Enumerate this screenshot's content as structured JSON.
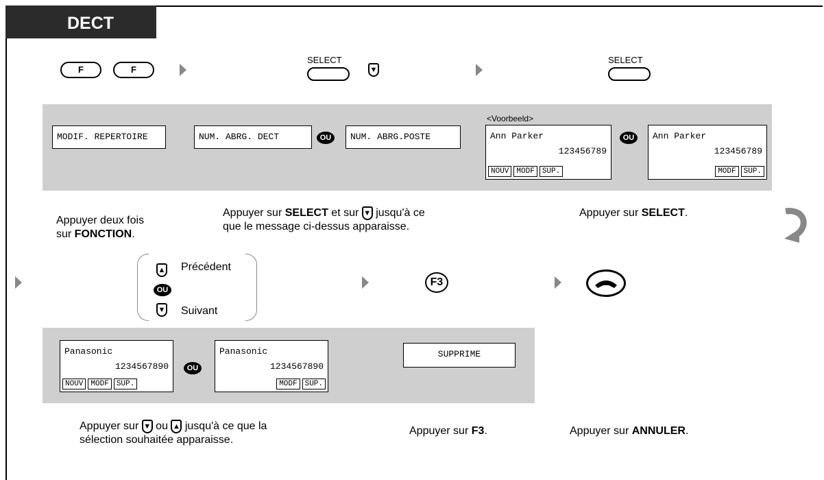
{
  "header": {
    "title": "DECT"
  },
  "keys": {
    "f_label": "F",
    "select_label": "SELECT",
    "down_glyph": "▼",
    "up_glyph": "▲",
    "f3_label": "F3",
    "ou_label": "OU"
  },
  "row1": {
    "lcd_modif": "MODIF. REPERTOIRE",
    "lcd_dect": "NUM. ABRG. DECT",
    "lcd_poste": "NUM. ABRG.POSTE",
    "example_caption": "<Voorbeeld>",
    "example_a": {
      "name": "Ann Parker",
      "number": "123456789",
      "softkeys": [
        "NOUV",
        "MODF",
        "SUP."
      ]
    },
    "example_b": {
      "name": "Ann Parker",
      "number": "123456789",
      "softkeys": [
        "MODF",
        "SUP."
      ]
    },
    "step1_line1": "Appuyer deux fois",
    "step1_line2_prefix": "sur ",
    "step1_line2_bold": "FONCTION",
    "step1_line2_suffix": ".",
    "step2_line1_prefix": "Appuyer sur ",
    "step2_line1_bold": "SELECT",
    "step2_line1_mid": " et sur ",
    "step2_line1_suffix": " jusqu'à ce",
    "step2_line2": "que le message ci-dessus apparaisse.",
    "step3_prefix": "Appuyer sur ",
    "step3_bold": "SELECT",
    "step3_suffix": "."
  },
  "row2": {
    "prev_label": "Précédent",
    "next_label": "Suivant",
    "lcd_a": {
      "name": "Panasonic",
      "number": "1234567890",
      "softkeys": [
        "NOUV",
        "MODF",
        "SUP."
      ]
    },
    "lcd_b": {
      "name": "Panasonic",
      "number": "1234567890",
      "softkeys": [
        "MODF",
        "SUP."
      ]
    },
    "lcd_supprime": "SUPPRIME",
    "step4_prefix": "Appuyer sur ",
    "step4_mid": " ou ",
    "step4_suffix": " jusqu'à ce que la",
    "step4_line2": "sélection souhaitée apparaisse.",
    "step5_prefix": "Appuyer sur ",
    "step5_bold": "F3",
    "step5_suffix": ".",
    "step6_prefix": "Appuyer sur ",
    "step6_bold": "ANNULER",
    "step6_suffix": "."
  },
  "colors": {
    "header_bg": "#2b2b2b",
    "panel_bg": "#cfcfcf",
    "arrow": "#888888"
  }
}
